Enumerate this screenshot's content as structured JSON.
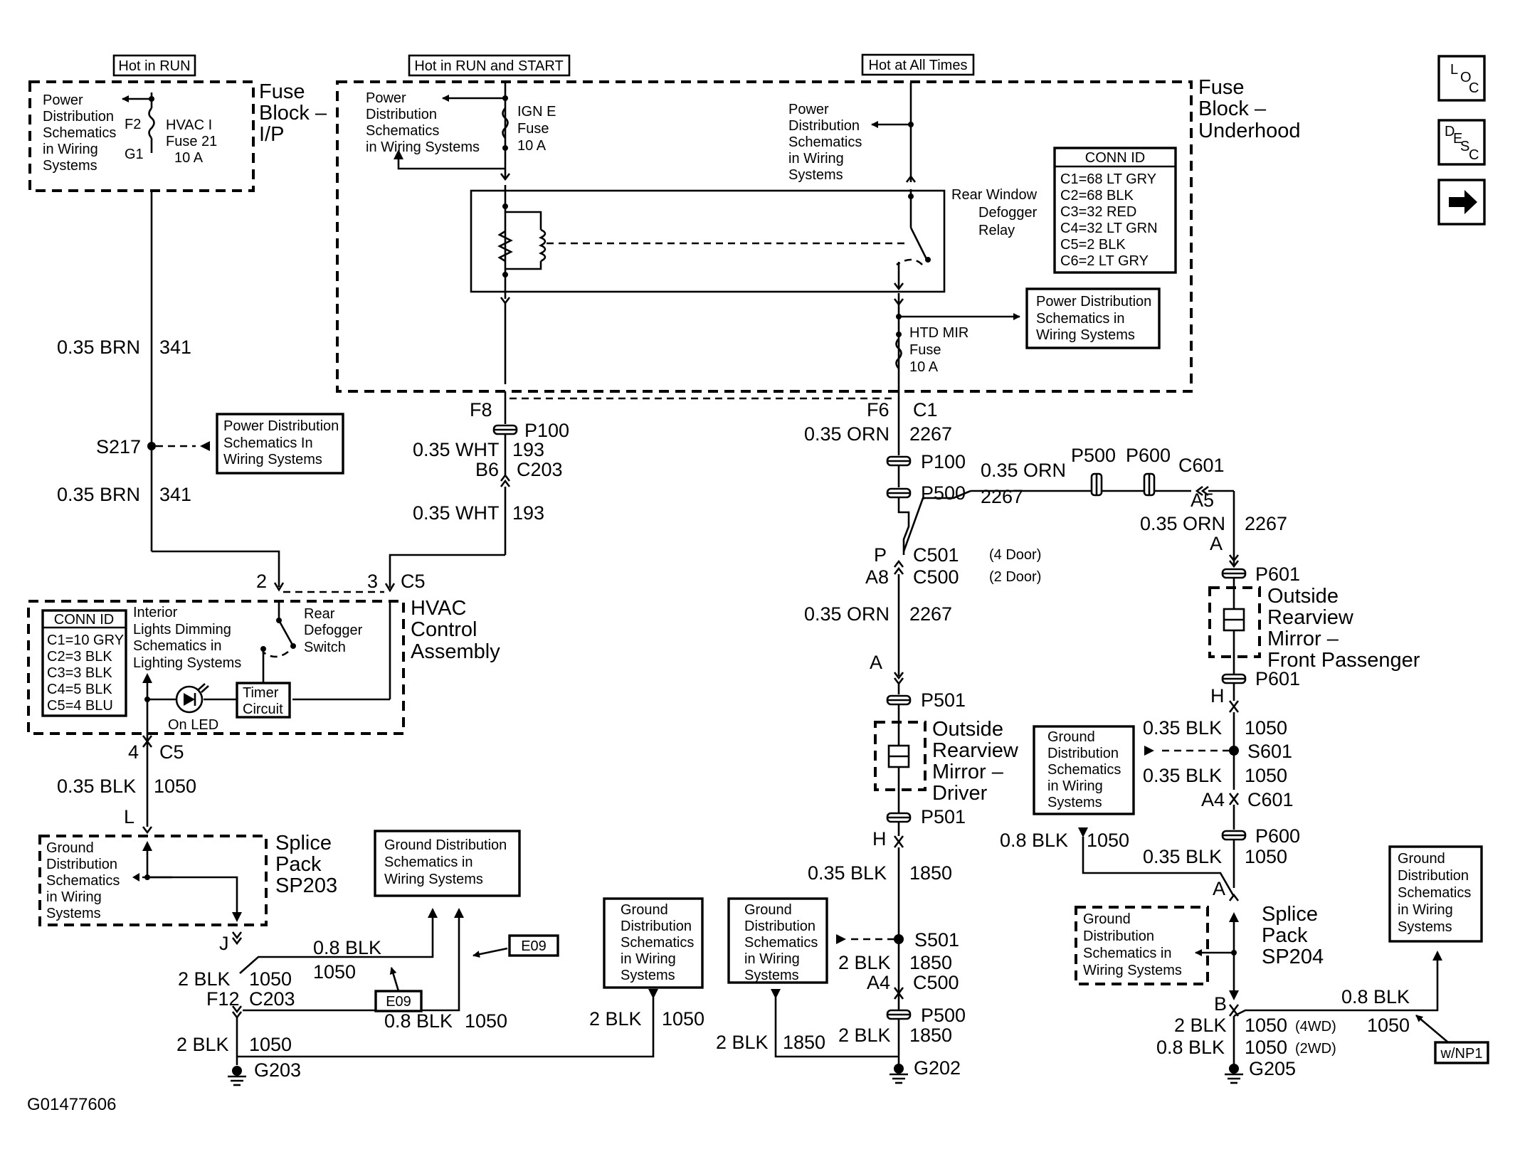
{
  "figure_id": "G01477606",
  "side_icons": {
    "loc": "LOC",
    "desc": "DESC",
    "next": "next-arrow"
  },
  "headers": {
    "hot_run": "Hot in RUN",
    "hot_run_start": "Hot in RUN and START",
    "hot_all": "Hot at All Times"
  },
  "fuse_block_ip": {
    "label": [
      "Fuse",
      "Block –",
      "I/P"
    ],
    "power_dist": [
      "Power",
      "Distribution",
      "Schematics",
      "in Wiring",
      "Systems"
    ],
    "f2": "F2",
    "g1": "G1",
    "fuse": [
      "HVAC I",
      "Fuse 21",
      "10 A"
    ]
  },
  "fuse_block_underhood": {
    "label": [
      "Fuse",
      "Block –",
      "Underhood"
    ],
    "left_power_dist": [
      "Power",
      "Distribution",
      "Schematics",
      "in Wiring Systems"
    ],
    "ign_fuse": [
      "IGN E",
      "Fuse",
      "10 A"
    ],
    "right_power_dist": [
      "Power",
      "Distribution",
      "Schematics",
      "in Wiring",
      "Systems"
    ],
    "relay": [
      "Rear Window",
      "Defogger",
      "Relay"
    ],
    "htd_fuse": [
      "HTD MIR",
      "Fuse",
      "10 A"
    ],
    "out_power_dist": [
      "Power Distribution",
      "Schematics in",
      "Wiring Systems"
    ],
    "conn_id_title": "CONN ID",
    "conn_ids": [
      "C1=68 LT GRY",
      "C2=68 BLK",
      "C3=32 RED",
      "C4=32 LT GRN",
      "C5=2 BLK",
      "C6=2 LT GRY"
    ]
  },
  "left_circuit": {
    "wire_341_a": [
      "0.35 BRN",
      "341"
    ],
    "s217": "S217",
    "s217_box": [
      "Power Distribution",
      "Schematics In",
      "Wiring Systems"
    ],
    "wire_341_b": [
      "0.35 BRN",
      "341"
    ],
    "pin2": "2",
    "pin3": "3",
    "c5_top": "C5",
    "f8": "F8",
    "p100": "P100",
    "wire_193_a": [
      "0.35 WHT",
      "193"
    ],
    "b6": "B6",
    "c203": "C203",
    "wire_193_b": [
      "0.35 WHT",
      "193"
    ]
  },
  "hvac": {
    "label": [
      "HVAC",
      "Control",
      "Assembly"
    ],
    "conn_id_title": "CONN ID",
    "conn_ids": [
      "C1=10 GRY",
      "C2=3 BLK",
      "C3=3 BLK",
      "C4=5 BLK",
      "C5=4 BLU"
    ],
    "interior": [
      "Interior",
      "Lights Dimming",
      "Schematics in",
      "Lighting Systems"
    ],
    "switch": [
      "Rear",
      "Defogger",
      "Switch"
    ],
    "timer": [
      "Timer",
      "Circuit"
    ],
    "led": "On LED",
    "pin4": "4",
    "c5_bottom": "C5"
  },
  "sp203": {
    "wire_1050": [
      "0.35 BLK",
      "1050"
    ],
    "l": "L",
    "label": [
      "Splice",
      "Pack",
      "SP203"
    ],
    "ground_dist": [
      "Ground",
      "Distribution",
      "Schematics",
      "in Wiring",
      "Systems"
    ],
    "j": "J",
    "gd_box": [
      "Ground Distribution",
      "Schematics in",
      "Wiring Systems"
    ],
    "wire_08_a": [
      "0.8 BLK",
      "1050"
    ],
    "e09_a": "E09",
    "e09_b": "E09",
    "wire_2blk_a": [
      "2 BLK",
      "1050"
    ],
    "f12": "F12",
    "c203": "C203",
    "wire_08_b": [
      "0.8 BLK",
      "1050"
    ],
    "wire_2blk_b": [
      "2 BLK",
      "1050"
    ],
    "wire_2blk_c": [
      "2 BLK",
      "1050"
    ],
    "g203": "G203",
    "gd_box2": [
      "Ground",
      "Distribution",
      "Schematics",
      "in Wiring",
      "Systems"
    ]
  },
  "driver_mirror": {
    "f6": "F6",
    "c1": "C1",
    "wire_2267_a": [
      "0.35 ORN",
      "2267"
    ],
    "p100": "P100",
    "p500": "P500",
    "p": "P",
    "c501": "C501",
    "c501_note": "(4 Door)",
    "a8": "A8",
    "c500": "C500",
    "c500_note": "(2 Door)",
    "wire_2267_b": [
      "0.35 ORN",
      "2267"
    ],
    "a": "A",
    "p501_a": "P501",
    "mirror": [
      "Outside",
      "Rearview",
      "Mirror –",
      "Driver"
    ],
    "p501_b": "P501",
    "h": "H",
    "wire_1850_a": [
      "0.35 BLK",
      "1850"
    ],
    "s501": "S501",
    "wire_1850_b": [
      "2 BLK",
      "1850"
    ],
    "a4": "A4",
    "c500_b": "C500",
    "p500_b": "P500",
    "wire_1850_c": [
      "2 BLK",
      "1850"
    ],
    "wire_1850_d": [
      "2 BLK",
      "1850"
    ],
    "g202": "G202",
    "gd_box": [
      "Ground",
      "Distribution",
      "Schematics",
      "in Wiring",
      "Systems"
    ]
  },
  "passenger_mirror": {
    "wire_2267_top": [
      "0.35 ORN",
      "2267"
    ],
    "p500": "P500",
    "p600": "P600",
    "c601": "C601",
    "a5": "A5",
    "wire_2267_b": [
      "0.35 ORN",
      "2267"
    ],
    "a": "A",
    "p601_a": "P601",
    "mirror": [
      "Outside",
      "Rearview",
      "Mirror –",
      "Front Passenger"
    ],
    "p601_b": "P601",
    "h": "H",
    "wire_1050_a": [
      "0.35 BLK",
      "1050"
    ],
    "s601": "S601",
    "gd_box": [
      "Ground",
      "Distribution",
      "Schematics",
      "in Wiring",
      "Systems"
    ],
    "wire_1050_b": [
      "0.35 BLK",
      "1050"
    ],
    "a4": "A4",
    "c601_b": "C601",
    "p600_b": "P600",
    "wire_08": [
      "0.8 BLK",
      "1050"
    ],
    "wire_1050_c": [
      "0.35 BLK",
      "1050"
    ],
    "a_sp": "A",
    "sp_label": [
      "Splice",
      "Pack",
      "SP204"
    ],
    "sp_gd": [
      "Ground",
      "Distribution",
      "Schematics in",
      "Wiring Systems"
    ],
    "b": "B",
    "wire_08_r": [
      "0.8 BLK",
      "1050"
    ],
    "wire_4wd": [
      "2 BLK",
      "1050",
      "(4WD)"
    ],
    "wire_2wd": [
      "0.8 BLK",
      "1050",
      "(2WD)"
    ],
    "g205": "G205",
    "right_gd": [
      "Ground",
      "Distribution",
      "Schematics",
      "in Wiring",
      "Systems"
    ],
    "wnp1": "w/NP1"
  }
}
